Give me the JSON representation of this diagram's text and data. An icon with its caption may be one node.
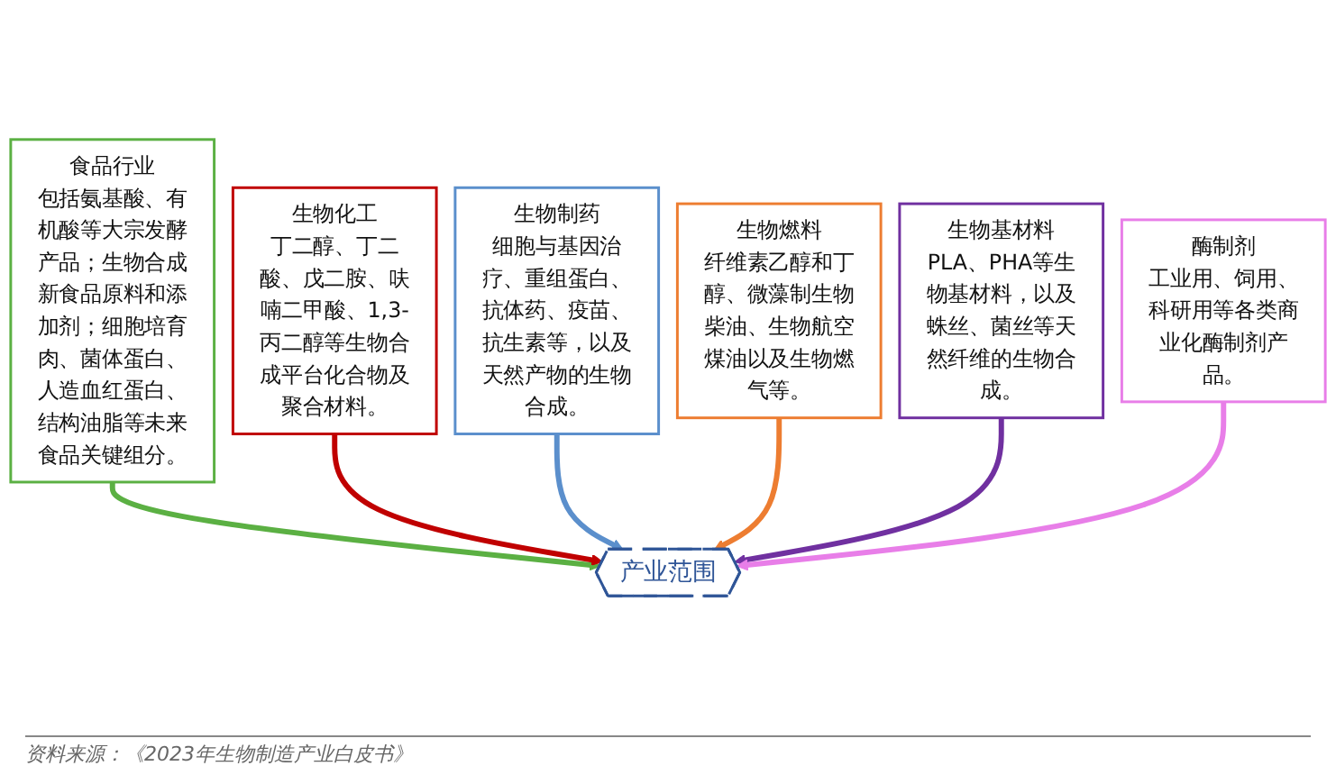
{
  "diagram": {
    "caption": "资料来源：《2023年生物制造产业白皮书》",
    "nodes": [
      {
        "text": [
          "食品行业",
          "包括氨基酸、有机酸等大宗发酵产品；生物合成新食品原料和添加剂；细胞培育肉、菌体蛋白、人造血红蛋白、结构油脂等未来食品关键组分。"
        ]
      },
      {
        "text": [
          "生物化工",
          "丁二醇、丁二酸、戊二胺、呋喃二甲酸、1,3-丙二醇等生物合成平台化合物及聚合材料。"
        ]
      },
      {
        "text": [
          "生物制药",
          "细胞与基因治疗、重组蛋白、抗体药、疫苗、抗生素等，以及天然产物的生物合成。"
        ]
      },
      {
        "text": [
          "产业范围"
        ]
      },
      {
        "text": [
          "生物燃料",
          "纤维素乙醇和丁醇、微藻制生物柴油、生物航空煤油以及生物燃气等。"
        ]
      },
      {
        "text": [
          "生物基材料",
          "PLA、PHA等生物基材料，以及蛛丝、菌丝等天然纤维的生物合成。"
        ]
      },
      {
        "text": [
          "酶制剂",
          "工业用、饲用、科研用等各类商业化酶制剂产品。"
        ]
      }
    ],
    "edges": [
      {
        "from": 0,
        "to": 3,
        "arrow": "to",
        "color": "#5bb043"
      },
      {
        "from": 1,
        "to": 3,
        "arrow": "to",
        "color": "#c00000"
      },
      {
        "from": 2,
        "to": 3,
        "arrow": "to",
        "color": "#5b8fcc"
      },
      {
        "from": 4,
        "to": 3,
        "arrow": "to",
        "color": "#ed7d31"
      },
      {
        "from": 5,
        "to": 3,
        "arrow": "to",
        "color": "#7030a0"
      },
      {
        "from": 6,
        "to": 3,
        "arrow": "to",
        "color": "#e87ee8"
      }
    ]
  }
}
